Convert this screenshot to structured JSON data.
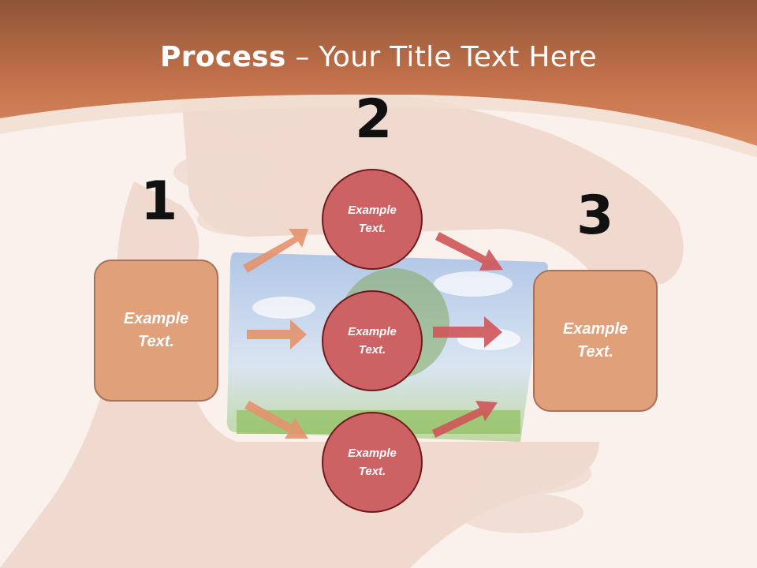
{
  "slide": {
    "title_bold": "Process",
    "title_rest": " – Your Title Text Here"
  },
  "numbers": {
    "step1": "1",
    "step2": "2",
    "step3": "3"
  },
  "left_box": {
    "line1": "Example",
    "line2": "Text."
  },
  "right_box": {
    "line1": "Example",
    "line2": "Text."
  },
  "circles": [
    {
      "line1": "Example",
      "line2": "Text."
    },
    {
      "line1": "Example",
      "line2": "Text."
    },
    {
      "line1": "Example",
      "line2": "Text."
    }
  ],
  "colors": {
    "header": "#c8734c",
    "box_fill": "#e0a079",
    "circle_fill": "#cd6265",
    "arrow_orange": "#e3926b",
    "arrow_red": "#cf5558"
  }
}
